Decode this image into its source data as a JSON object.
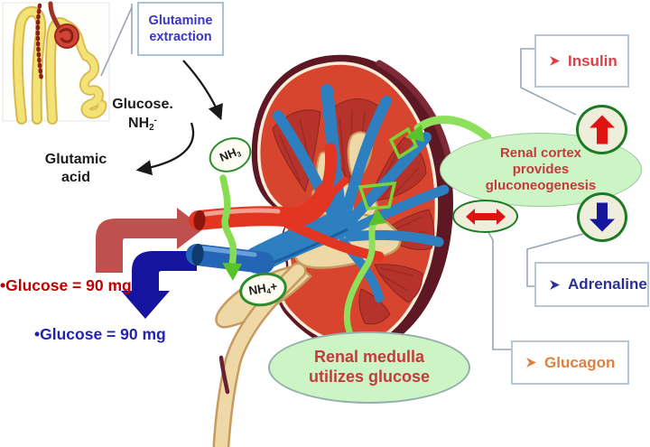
{
  "annotations": {
    "glutamine_box": {
      "line1": "Glutamine",
      "line2": "extraction"
    },
    "reaction": {
      "glucose": "Glucose.",
      "nh_base": "NH",
      "nh_sub": "2",
      "nh_sup": "-"
    },
    "glutamic_acid": {
      "line1": "Glutamic",
      "line2": "acid"
    },
    "arterial_glucose": "•Glucose = 90 mg",
    "venous_glucose": "•Glucose = 90 mg",
    "nh3": {
      "base": "NH",
      "sub": "3"
    },
    "nh4": {
      "base": "NH",
      "sub": "4",
      "charge": "+"
    },
    "cortex_callout": {
      "line1": "Renal cortex",
      "line2": "provides",
      "line3": "gluconeogenesis"
    },
    "medulla_callout": {
      "line1": "Renal medulla",
      "line2": "utilizes glucose"
    },
    "hormones": {
      "insulin": "Insulin",
      "adrenaline": "Adrenaline",
      "glucagon": "Glucagon"
    }
  },
  "icons": {
    "increase": "up-arrow-icon",
    "decrease": "down-arrow-icon",
    "unchanged": "left-right-arrow-icon",
    "bullet": "arrowhead-bullet-icon",
    "nephron": "nephron-illustration",
    "kidney": "kidney-cross-section-illustration"
  },
  "colors": {
    "arterial_arrow": "#c0504d",
    "venous_arrow": "#14149e",
    "green_annotation": "#7ed334",
    "callout_fill": "#cdf4c5",
    "indicator_fill": "#efeedd",
    "indicator_border": "#1d7a24",
    "red_text": "#c00000",
    "blue_text": "#2323b0",
    "insulin_text": "#d6404a",
    "adrenaline_text": "#2c3094",
    "glucagon_text": "#dd8040",
    "glutamine_text": "#3a35c2"
  }
}
